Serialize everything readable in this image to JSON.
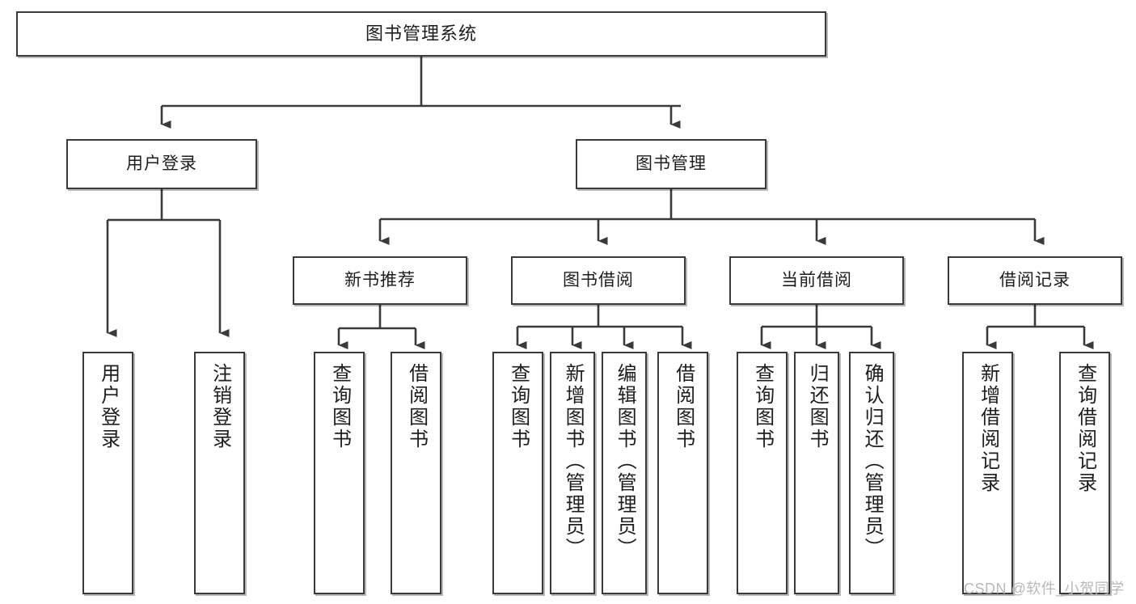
{
  "diagram": {
    "type": "tree",
    "title": "图书管理系统",
    "watermark": "CSDN @软件_小贺同学",
    "nodes": {
      "root": {
        "label": "图书管理系统"
      },
      "level2": [
        {
          "id": "user-login",
          "label": "用户登录"
        },
        {
          "id": "book-manage",
          "label": "图书管理"
        }
      ],
      "level3": [
        {
          "id": "new-book-recommend",
          "label": "新书推荐"
        },
        {
          "id": "book-borrow",
          "label": "图书借阅"
        },
        {
          "id": "current-borrow",
          "label": "当前借阅"
        },
        {
          "id": "borrow-record",
          "label": "借阅记录"
        }
      ],
      "leaves": [
        {
          "id": "leaf-user-login",
          "label": "用户登录",
          "parent": "user-login"
        },
        {
          "id": "leaf-user-logout",
          "label": "注销登录",
          "parent": "user-login"
        },
        {
          "id": "leaf-query-book-1",
          "label": "查询图书",
          "parent": "new-book-recommend"
        },
        {
          "id": "leaf-borrow-book-1",
          "label": "借阅图书",
          "parent": "new-book-recommend"
        },
        {
          "id": "leaf-query-book-2",
          "label": "查询图书",
          "parent": "book-borrow"
        },
        {
          "id": "leaf-add-book",
          "label": "新增图书（管理员）",
          "parent": "book-borrow"
        },
        {
          "id": "leaf-edit-book",
          "label": "编辑图书（管理员）",
          "parent": "book-borrow"
        },
        {
          "id": "leaf-borrow-book-2",
          "label": "借阅图书",
          "parent": "book-borrow"
        },
        {
          "id": "leaf-query-book-3",
          "label": "查询图书",
          "parent": "current-borrow"
        },
        {
          "id": "leaf-return-book",
          "label": "归还图书",
          "parent": "current-borrow"
        },
        {
          "id": "leaf-confirm-return",
          "label": "确认归还（管理员）",
          "parent": "current-borrow"
        },
        {
          "id": "leaf-add-record",
          "label": "新增借阅记录",
          "parent": "borrow-record"
        },
        {
          "id": "leaf-query-record",
          "label": "查询借阅记录",
          "parent": "borrow-record"
        }
      ]
    },
    "style": {
      "border_color": "#3a3a3a",
      "background": "#ffffff",
      "text_color": "#1d1d1d",
      "connector_color": "#3a3a3a",
      "watermark_color": "#b8b8b8"
    }
  }
}
